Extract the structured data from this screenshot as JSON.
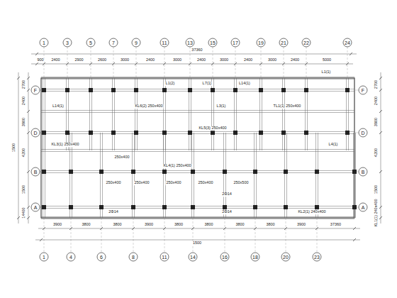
{
  "diagram": {
    "labels": [
      "1",
      "3",
      "5",
      "7",
      "9",
      "11",
      "13",
      "15",
      "17",
      "19",
      "21",
      "22",
      "24",
      "1",
      "4",
      "6",
      "8",
      "11",
      "14",
      "16",
      "18",
      "20",
      "23",
      "F",
      "D",
      "B",
      "A",
      "F",
      "D",
      "B",
      "A",
      "37360",
      "900",
      "2400",
      "2900",
      "2600",
      "3000",
      "2400",
      "3000",
      "2400",
      "3000",
      "2400",
      "3000",
      "2400",
      "5000",
      "3900",
      "3800",
      "3800",
      "3900",
      "3800",
      "3800",
      "3800",
      "3800",
      "3900",
      "37360",
      "1500",
      "2700",
      "2400",
      "3900",
      "4200",
      "1500",
      "14400",
      "1500",
      "2700",
      "2400",
      "3900",
      "4200",
      "1500",
      "KL1(1) 240x400",
      "L1(1)",
      "L1(2)",
      "L7(1)",
      "L14(1)",
      "L14(1)",
      "L3(1)",
      "KL6(2) 250x400",
      "KL5(3) 250x400",
      "KL4(1) 250x400",
      "KL3(1) 250x400",
      "L4(1)",
      "TL1(1) 250x400",
      "250x400",
      "250x400",
      "250x400",
      "250x400",
      "250x400",
      "250x500",
      "2Φ14",
      "2Φ14",
      "2Φ14",
      "KL2(1) 240x400"
    ]
  }
}
